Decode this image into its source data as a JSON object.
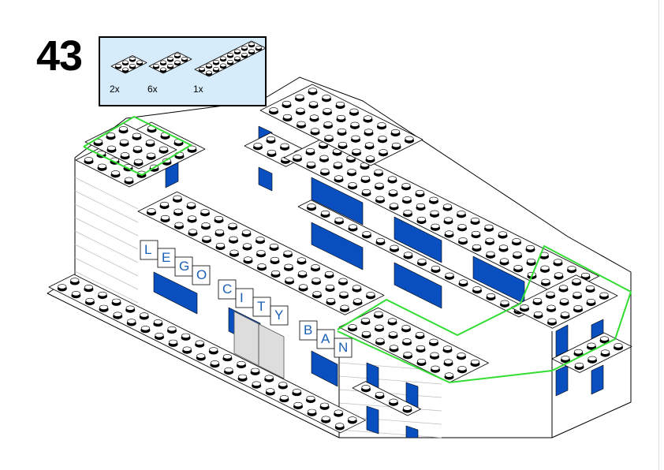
{
  "step": {
    "number": "43"
  },
  "parts_list": [
    {
      "quantity": "2x",
      "part": "plate-2x3"
    },
    {
      "quantity": "6x",
      "part": "plate-2x4"
    },
    {
      "quantity": "1x",
      "part": "plate-2x8"
    }
  ],
  "sign": {
    "letters": [
      "L",
      "E",
      "G",
      "O",
      "C",
      "I",
      "T",
      "Y",
      "B",
      "A",
      "N"
    ]
  },
  "colors": {
    "window": "#0a4fc0",
    "highlight": "#33dd33",
    "parts_bg": "#d6ecfb"
  }
}
